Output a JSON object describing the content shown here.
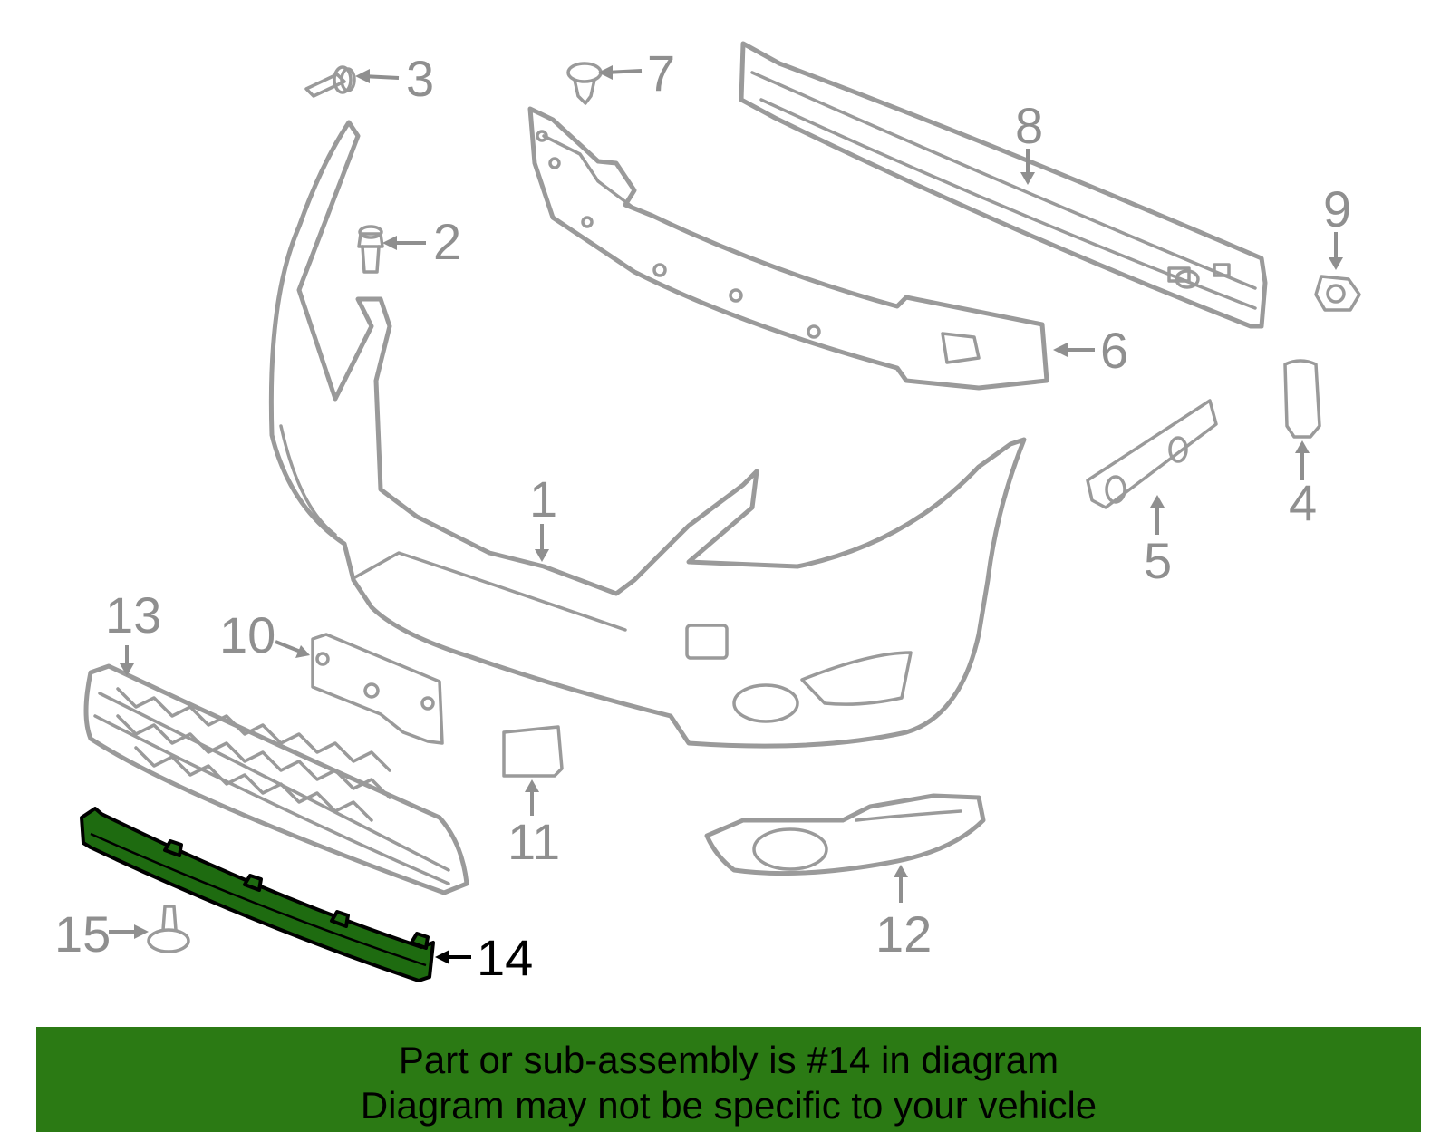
{
  "callouts": {
    "c1": "1",
    "c2": "2",
    "c3": "3",
    "c4": "4",
    "c5": "5",
    "c6": "6",
    "c7": "7",
    "c8": "8",
    "c9": "9",
    "c10": "10",
    "c11": "11",
    "c12": "12",
    "c13": "13",
    "c14": "14",
    "c15": "15"
  },
  "highlighted_part": "14",
  "colors": {
    "highlight_fill": "#1e6b10",
    "banner_background": "#2b7a14",
    "line_art": "#9a9a9a"
  },
  "banner": {
    "line1": "Part or sub-assembly is #14 in diagram",
    "line2": "Diagram may not be specific to your vehicle"
  }
}
